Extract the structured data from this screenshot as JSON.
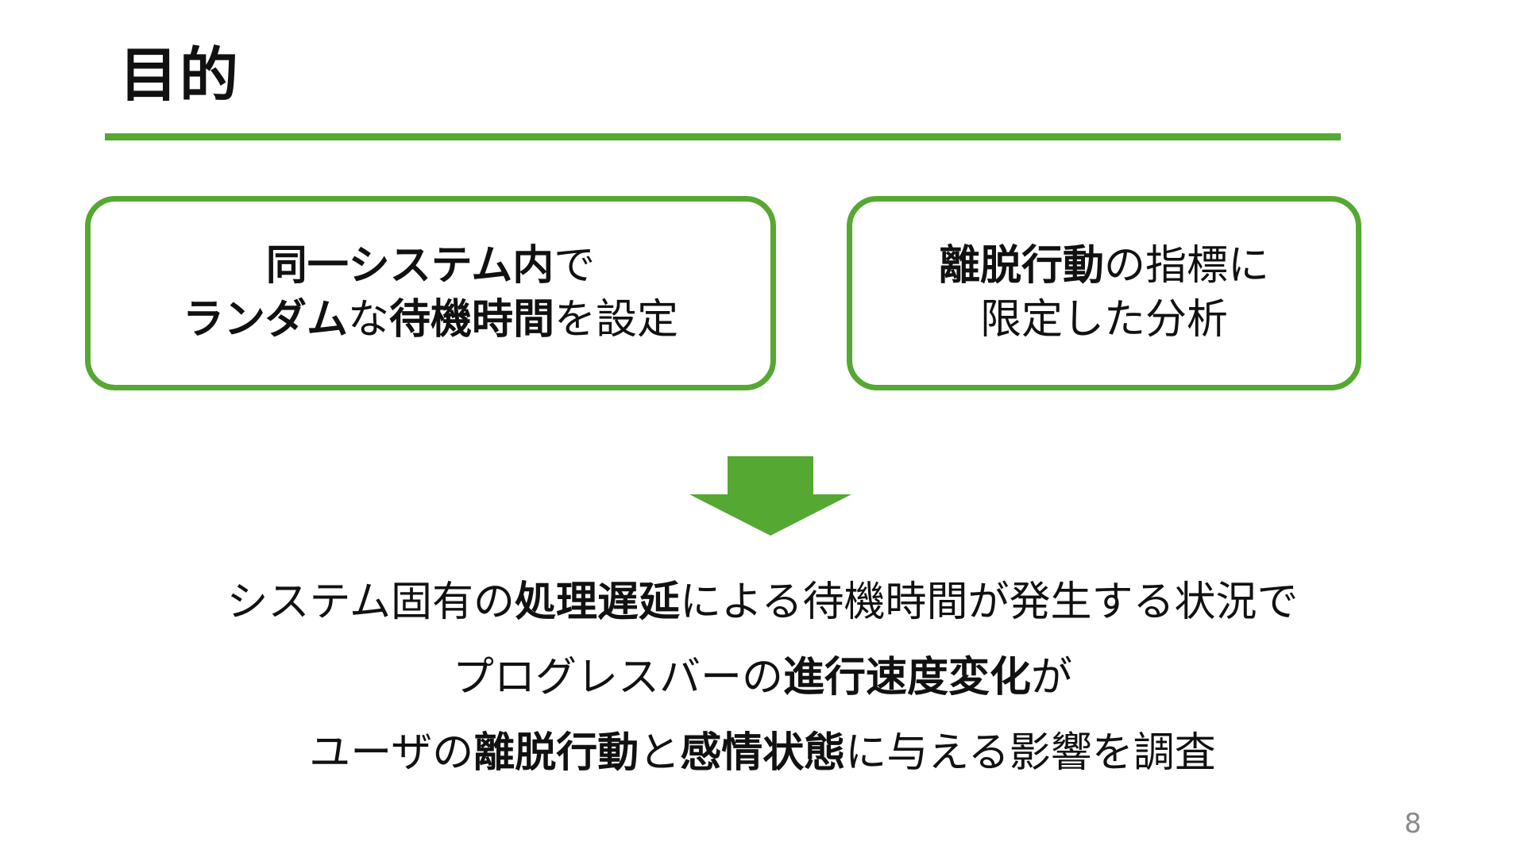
{
  "slide": {
    "title": "目的",
    "page_number": "8"
  },
  "left_box": {
    "line1": {
      "bold": "同一システム内",
      "normal": "で"
    },
    "line2": {
      "bold1": "ランダム",
      "normal1": "な",
      "bold2": "待機時間",
      "normal2": "を設定"
    }
  },
  "right_box": {
    "line1": {
      "bold": "離脱行動",
      "normal": "の指標に"
    },
    "line2": "限定した分析"
  },
  "arrow": {
    "icon": "down-arrow-icon",
    "color": "#55a832"
  },
  "result": {
    "line1": {
      "part1": "システム固有の",
      "bold1": "処理遅延",
      "part2": "による待機時間が発生する状況で"
    },
    "line2": {
      "part1": "プログレスバーの",
      "bold1": "進行速度変化",
      "part2": "が"
    },
    "line3": {
      "part1": "ユーザの",
      "bold1": "離脱行動",
      "part2": "と",
      "bold2": "感情状態",
      "part3": "に与える影響を調査"
    }
  },
  "colors": {
    "accent": "#55a832",
    "text": "#111111",
    "page_number": "#8a8a8a"
  }
}
